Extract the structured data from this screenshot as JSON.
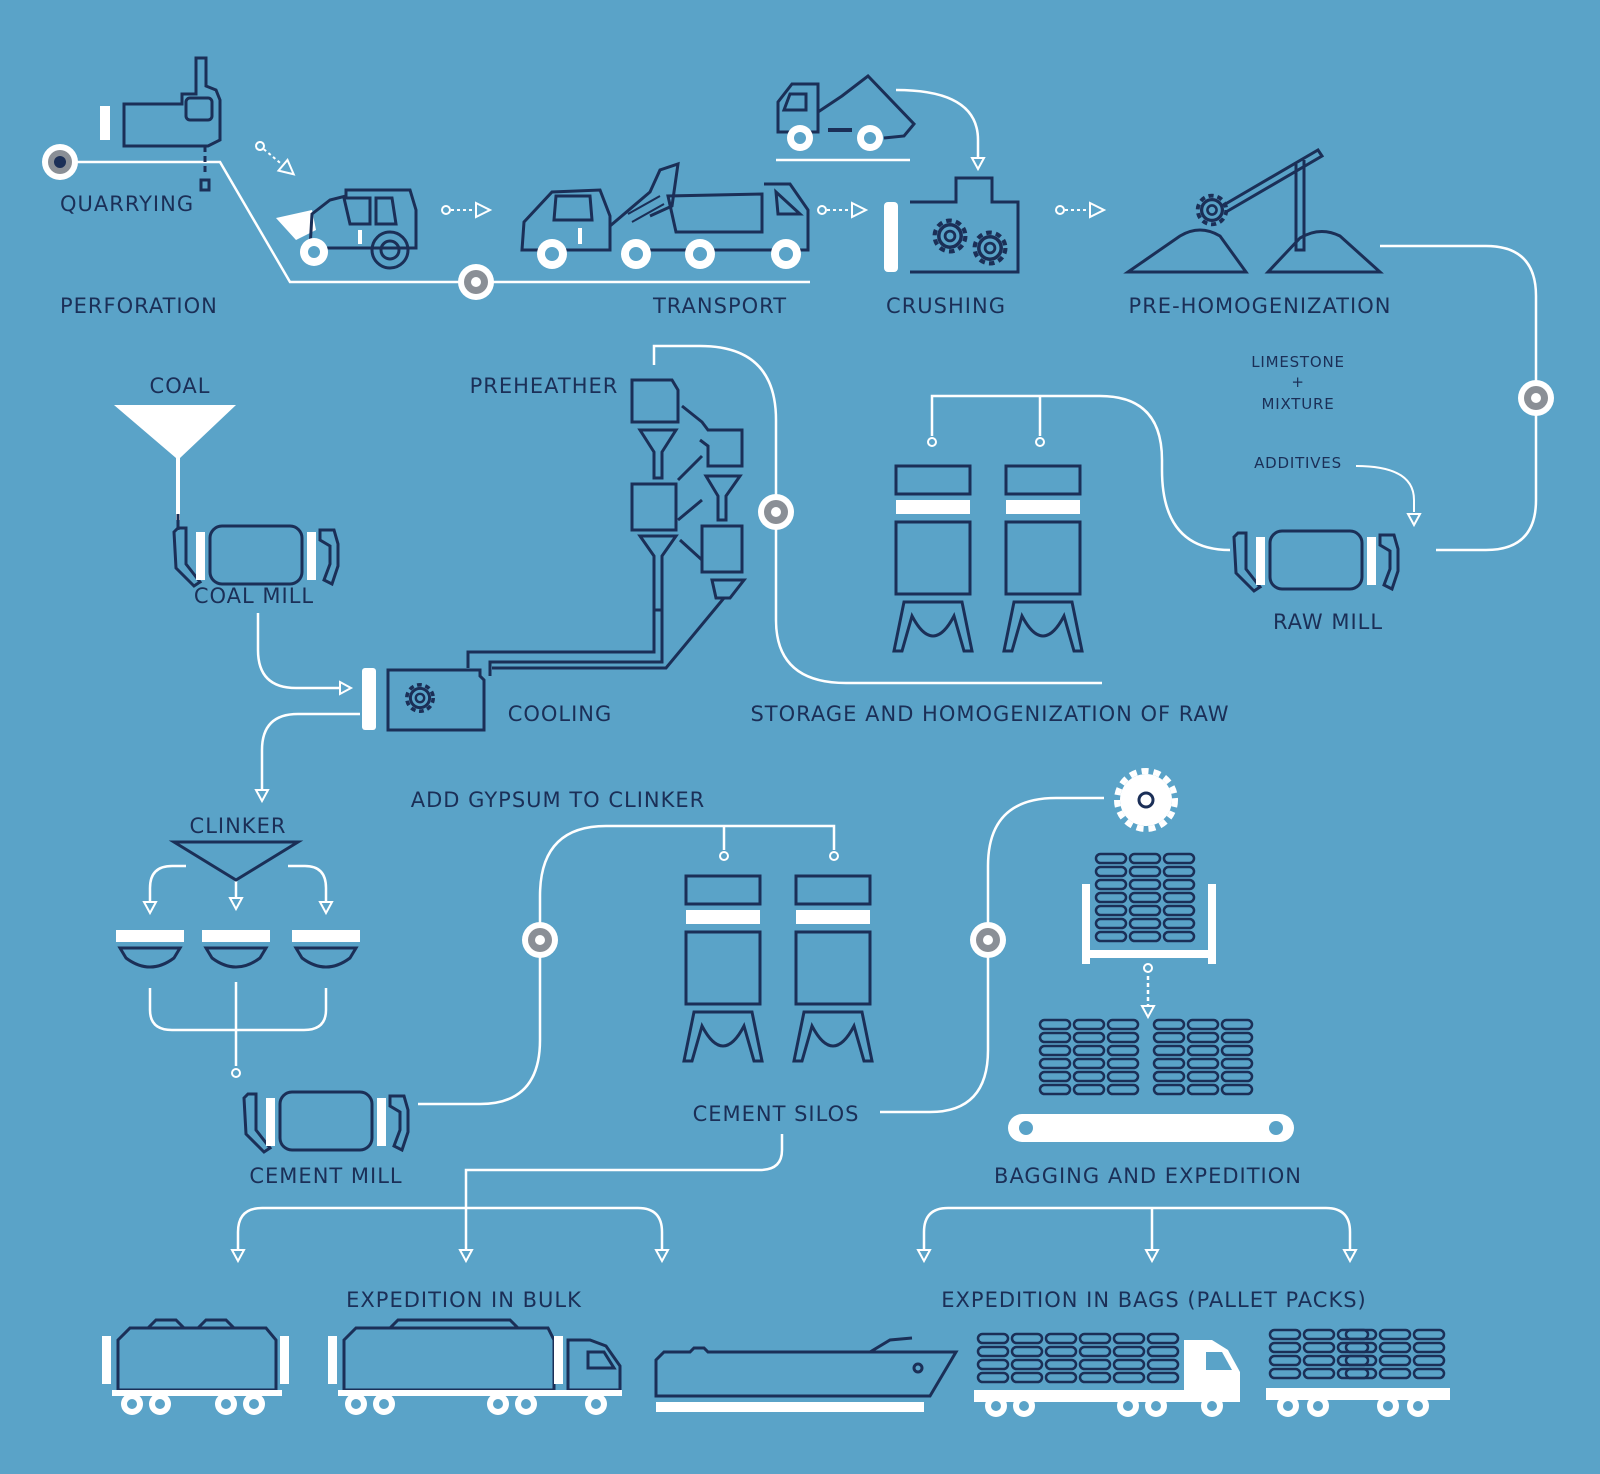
{
  "colors": {
    "background": "#5aa3c8",
    "ink": "#1b2f57",
    "white": "#ffffff",
    "node": "#8a8f96"
  },
  "labels": {
    "quarrying": "QUARRYING",
    "perforation": "PERFORATION",
    "transport": "TRANSPORT",
    "crushing": "CRUSHING",
    "pre_homogenization": "PRE-HOMOGENIZATION",
    "limestone": "LIMESTONE",
    "plus": "+",
    "mixture": "MIXTURE",
    "additives": "ADDITIVES",
    "raw_mill": "RAW MILL",
    "coal": "COAL",
    "coal_mill": "COAL MILL",
    "preheather": "PREHEATHER",
    "cooling": "COOLING",
    "storage": "STORAGE AND HOMOGENIZATION OF RAW",
    "clinker": "CLINKER",
    "add_gypsum": "ADD GYPSUM TO CLINKER",
    "cement_mill": "CEMENT MILL",
    "cement_silos": "CEMENT SILOS",
    "bagging": "BAGGING AND EXPEDITION",
    "expedition_bulk": "EXPEDITION IN BULK",
    "expedition_bags": "EXPEDITION IN BAGS (PALLET PACKS)"
  }
}
